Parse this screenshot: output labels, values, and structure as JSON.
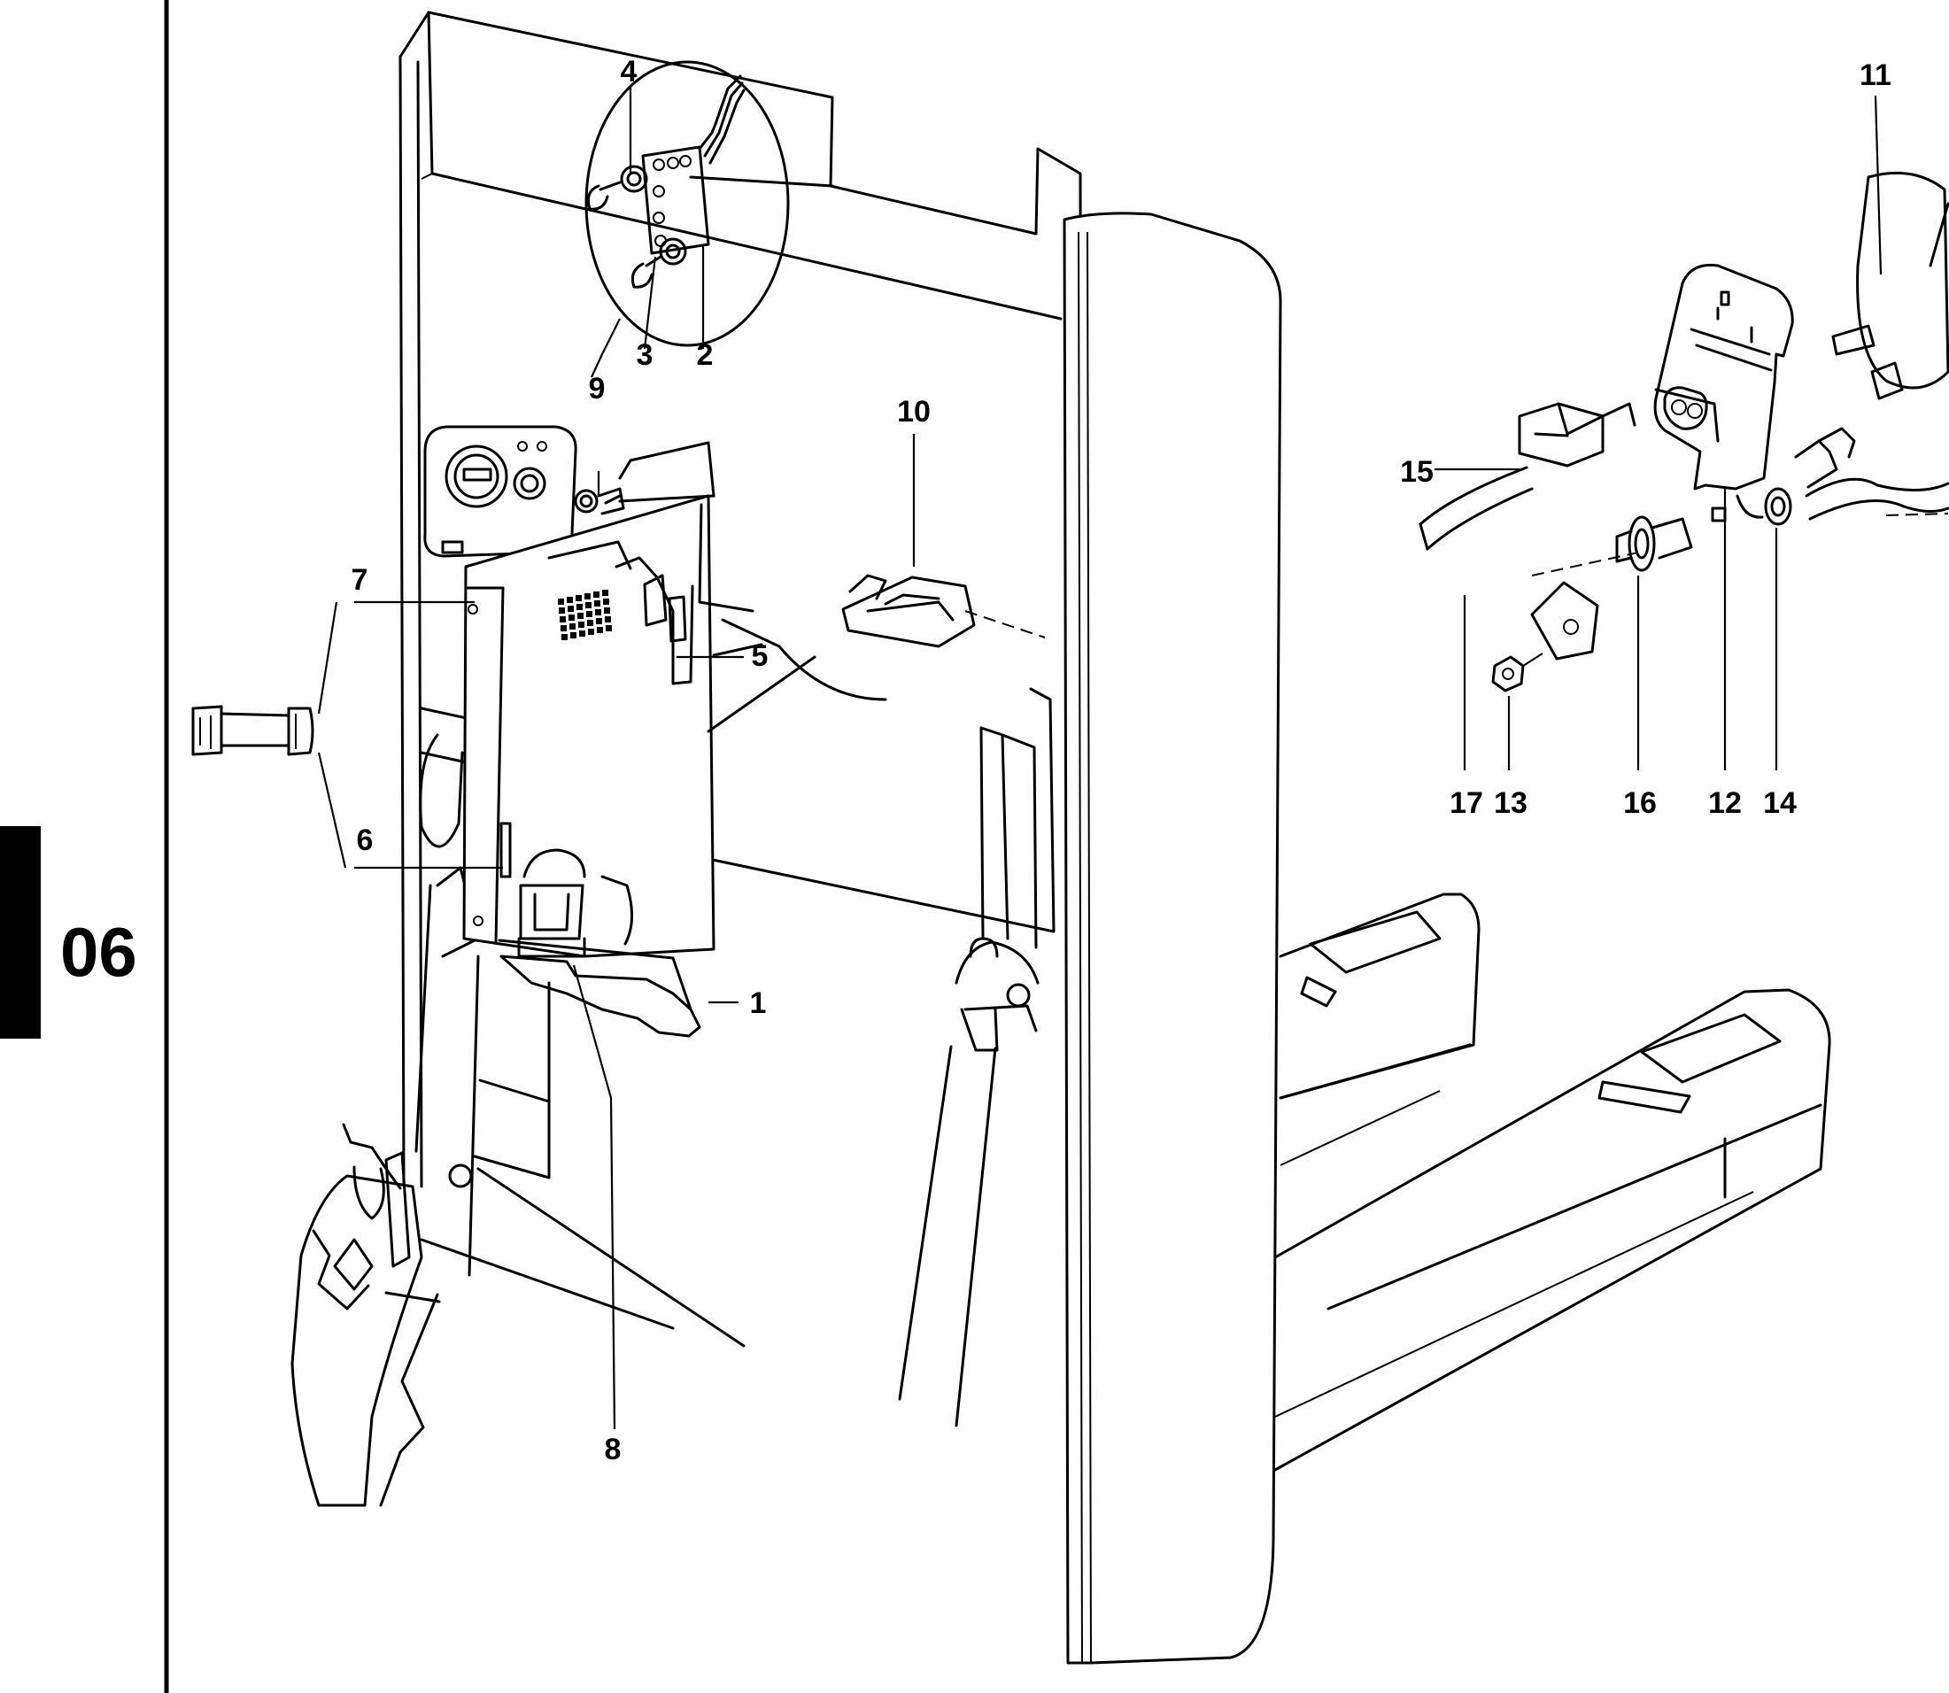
{
  "section_tab": {
    "label": "06",
    "color": "#000000"
  },
  "callouts": {
    "c1": "1",
    "c2": "2",
    "c3": "3",
    "c4": "4",
    "c5": "5",
    "c6": "6",
    "c7": "7",
    "c8": "8",
    "c9": "9",
    "c10": "10",
    "c11": "11",
    "c12": "12",
    "c13": "13",
    "c14": "14",
    "c15": "15",
    "c16": "16",
    "c17": "17"
  }
}
